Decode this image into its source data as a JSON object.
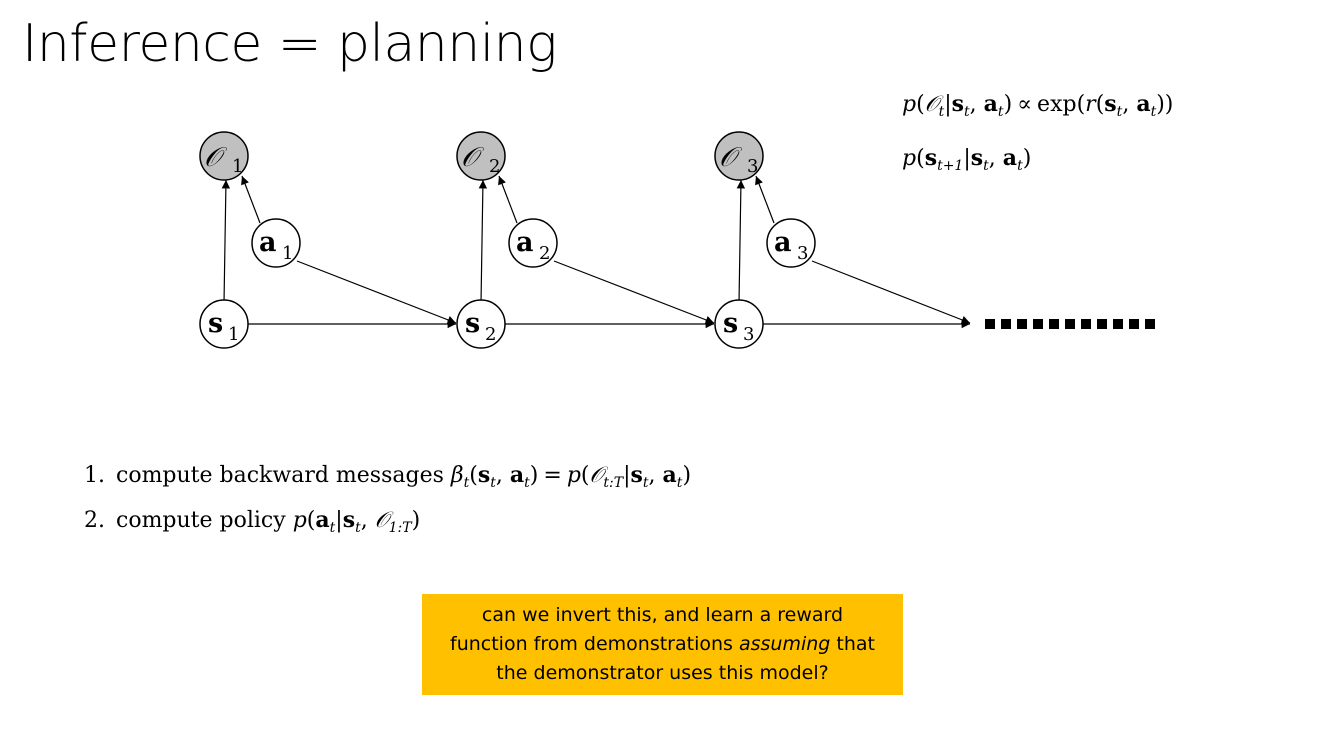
{
  "slide": {
    "title": "Inference = planning"
  },
  "equations": {
    "optimality": {
      "p": "p",
      "O": "𝒪",
      "t": "t",
      "s": "s",
      "a": "a",
      "propto": "∝",
      "exp": "exp",
      "r": "r"
    },
    "dynamics": {
      "p": "p",
      "s": "s",
      "t1": "t+1",
      "t": "t",
      "a": "a"
    }
  },
  "graph": {
    "nodes": [
      {
        "id": "O1",
        "symbol": "𝒪",
        "sub": "1",
        "observed": true
      },
      {
        "id": "O2",
        "symbol": "𝒪",
        "sub": "2",
        "observed": true
      },
      {
        "id": "O3",
        "symbol": "𝒪",
        "sub": "3",
        "observed": true
      },
      {
        "id": "a1",
        "symbol": "a",
        "sub": "1",
        "observed": false
      },
      {
        "id": "a2",
        "symbol": "a",
        "sub": "2",
        "observed": false
      },
      {
        "id": "a3",
        "symbol": "a",
        "sub": "3",
        "observed": false
      },
      {
        "id": "s1",
        "symbol": "s",
        "sub": "1",
        "observed": false
      },
      {
        "id": "s2",
        "symbol": "s",
        "sub": "2",
        "observed": false
      },
      {
        "id": "s3",
        "symbol": "s",
        "sub": "3",
        "observed": false
      }
    ],
    "colors": {
      "observed_fill": "#C0C0C0",
      "latent_fill": "#FFFFFF",
      "stroke": "#000000"
    }
  },
  "steps": [
    {
      "num": "1.",
      "text": "compute backward messages",
      "beta": "β",
      "t": "t",
      "s": "s",
      "a": "a",
      "p": "p",
      "O": "𝒪",
      "tT": "t:T"
    },
    {
      "num": "2.",
      "text": "compute policy",
      "p": "p",
      "a": "a",
      "t": "t",
      "s": "s",
      "O": "𝒪",
      "oneT": "1:T"
    }
  ],
  "callout": {
    "line1": "can we invert this, and learn a reward",
    "line2_pre": "function from demonstrations",
    "line2_em": "assuming",
    "line2_post": "that",
    "line3": "the demonstrator uses this model?",
    "color": "#FFC000"
  }
}
